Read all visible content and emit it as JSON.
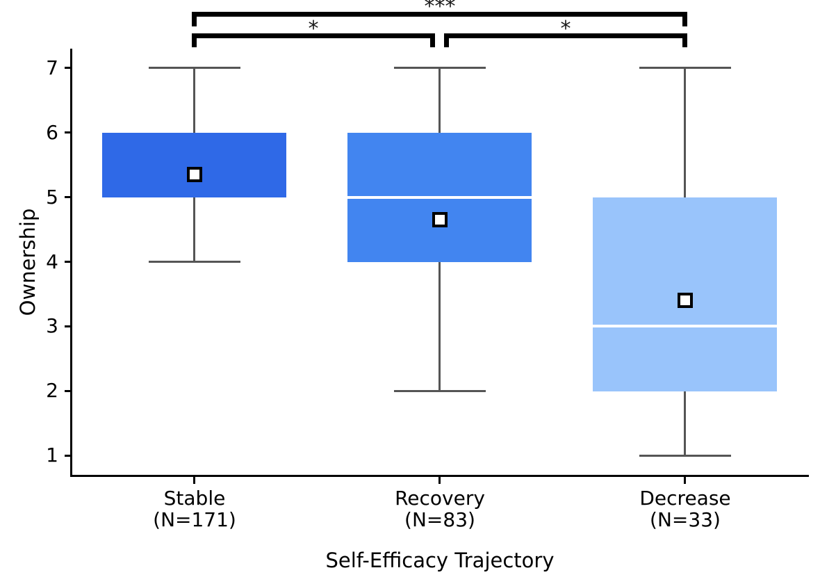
{
  "chart_data": {
    "type": "boxplot",
    "title": "",
    "xlabel": "Self-Efficacy Trajectory",
    "ylabel": "Ownership",
    "ylim": [
      0.7,
      7.3
    ],
    "yticks": [
      1,
      2,
      3,
      4,
      5,
      6,
      7
    ],
    "grid": false,
    "legend": "none",
    "categories": [
      {
        "id": "stable",
        "label": "Stable",
        "sublabel": "(N=171)",
        "n": 171,
        "whisker_low": 4,
        "q1": 5,
        "median": 6,
        "q3": 6,
        "whisker_high": 7,
        "mean": 5.35,
        "box_color": "#2F69E7",
        "median_visible": false
      },
      {
        "id": "recovery",
        "label": "Recovery",
        "sublabel": "(N=83)",
        "n": 83,
        "whisker_low": 2,
        "q1": 4,
        "median": 5,
        "q3": 6,
        "whisker_high": 7,
        "mean": 4.65,
        "box_color": "#4285F0",
        "median_visible": true
      },
      {
        "id": "decrease",
        "label": "Decrease",
        "sublabel": "(N=33)",
        "n": 33,
        "whisker_low": 1,
        "q1": 2,
        "median": 3,
        "q3": 5,
        "whisker_high": 7,
        "mean": 3.4,
        "box_color": "#99C4FB",
        "median_visible": true
      }
    ],
    "significance": [
      {
        "from": 1,
        "to": 3,
        "label": "***",
        "row": "top"
      },
      {
        "from": 1,
        "to": 2,
        "label": "*",
        "row": "bottom"
      },
      {
        "from": 2,
        "to": 3,
        "label": "*",
        "row": "bottom"
      }
    ],
    "colors": {
      "whisker": "#555555",
      "median_line": "#FFFFFF",
      "mean_marker_fill": "#FFFFFF",
      "mean_marker_edge": "#000000",
      "bracket": "#000000",
      "axis": "#000000",
      "background": "#FFFFFF"
    }
  }
}
